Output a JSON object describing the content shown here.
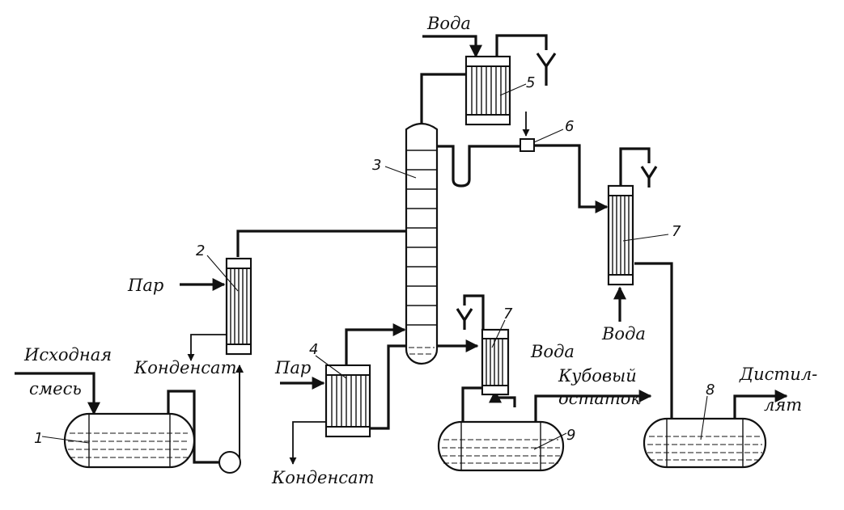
{
  "labels": {
    "feed_line1": "Исходная",
    "feed_line2": "смесь",
    "steam_2": "Пар",
    "condensate_2": "Конденсат",
    "steam_4": "Пар",
    "condensate_4": "Конденсат",
    "water_5": "Вода",
    "water_7_bottom": "Вода",
    "water_7_bottom_right": "Вода",
    "bottoms_line1": "Кубовый",
    "bottoms_line2": "остаток",
    "distillate_line1": "Дистил-",
    "distillate_line2": "лят"
  },
  "numbers": {
    "n1": "1",
    "n2": "2",
    "n3": "3",
    "n4": "4",
    "n5": "5",
    "n6": "6",
    "n7_top": "7",
    "n7_bottom": "7",
    "n8": "8",
    "n9": "9"
  }
}
